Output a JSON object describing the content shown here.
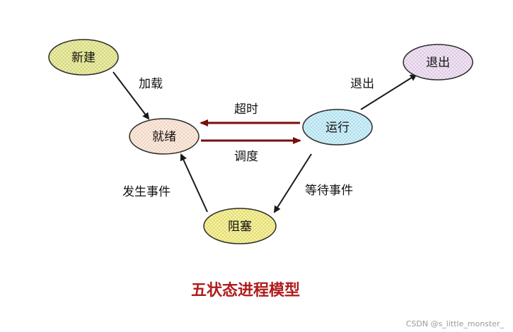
{
  "states": {
    "new": {
      "label": "新建",
      "fill": "#e8eba0"
    },
    "ready": {
      "label": "就绪",
      "fill": "#fbe6d8"
    },
    "running": {
      "label": "运行",
      "fill": "#c8eef8"
    },
    "exit": {
      "label": "退出",
      "fill": "#efe0f3"
    },
    "blocked": {
      "label": "阻塞",
      "fill": "#f5f09a"
    }
  },
  "transitions": {
    "load": "加载",
    "timeout": "超时",
    "dispatch": "调度",
    "exit": "退出",
    "wait_event": "等待事件",
    "event_occurs": "发生事件"
  },
  "colors": {
    "node_stroke": "#2a2a2a",
    "arrow_black": "#1a1a1a",
    "arrow_dark_red": "#7a0d0d",
    "title": "#b01c1c"
  },
  "title": "五状态进程模型",
  "watermark": "CSDN @s_little_monster_"
}
